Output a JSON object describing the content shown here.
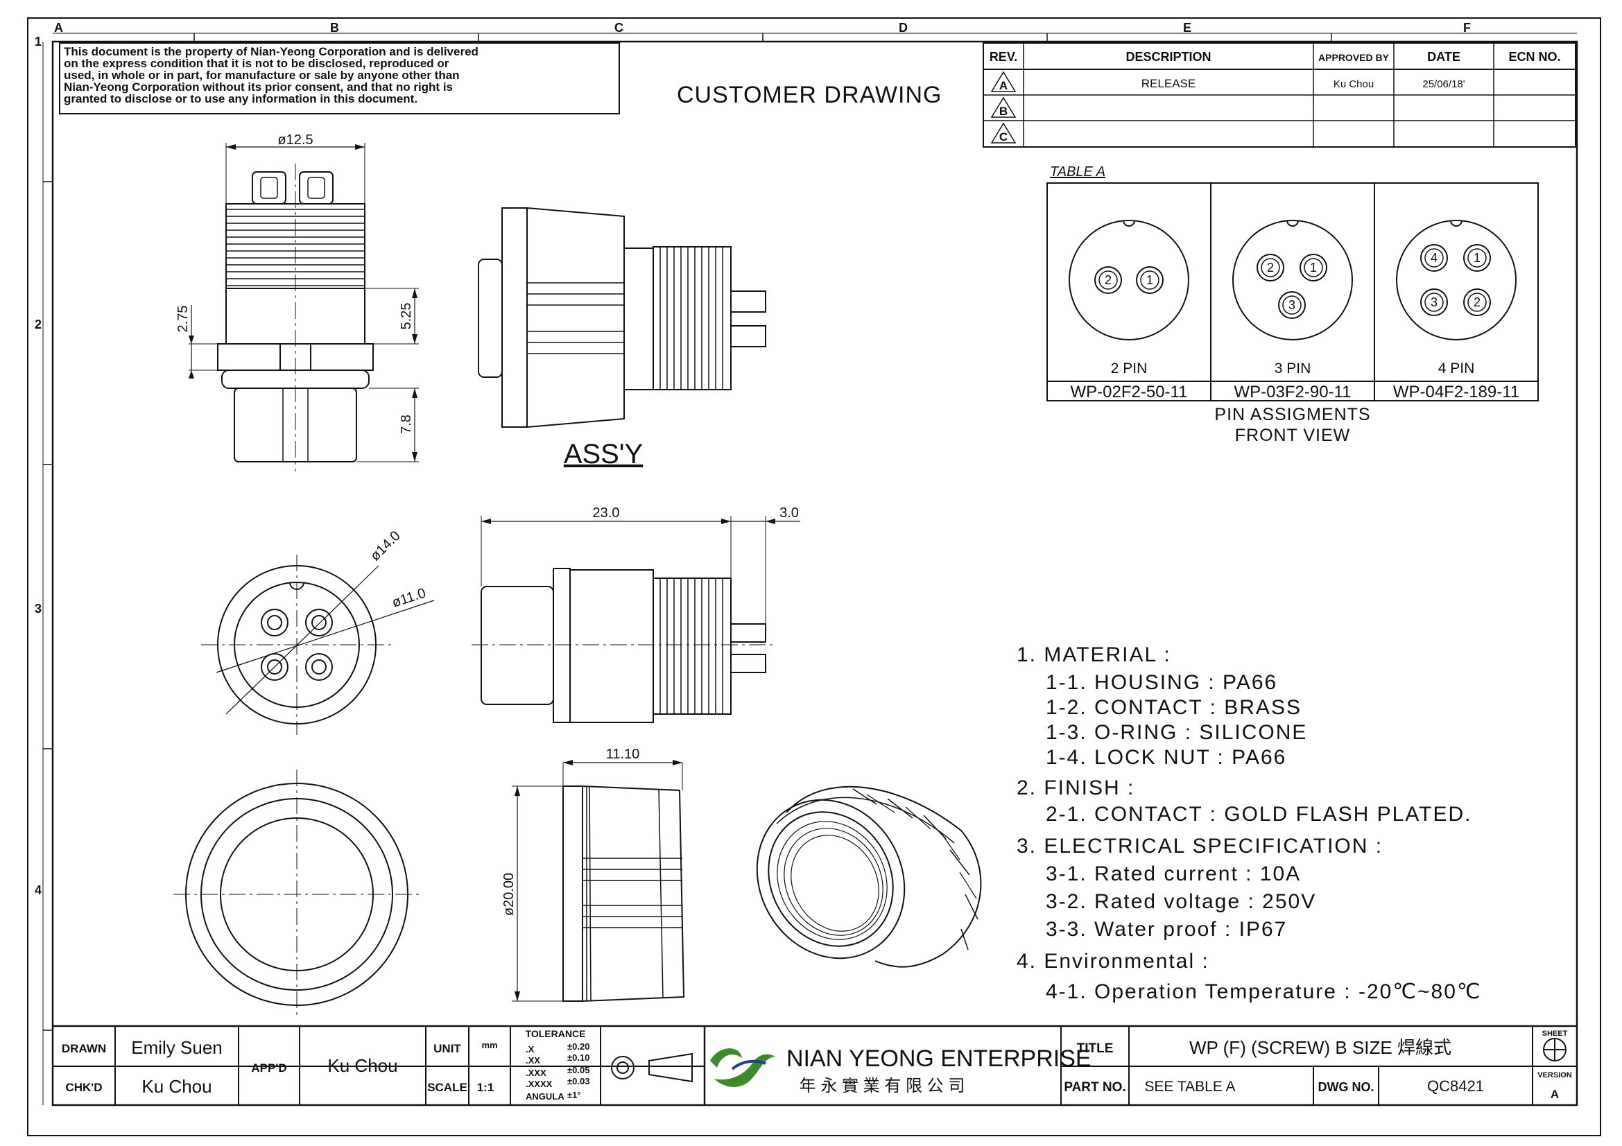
{
  "notice": [
    "This document is the property of Nian-Yeong Corporation and is delivered",
    "on  the  express condition that it is not to be disclosed, reproduced or",
    "used, in whole or in part, for manufacture or sale by anyone other than",
    "Nian-Yeong Corporation without  its prior consent, and that  no right  is",
    "granted to disclose or to use any information in this  document."
  ],
  "drawing_title": "CUSTOMER  DRAWING",
  "grid": {
    "columns": [
      "A",
      "B",
      "C",
      "D",
      "E",
      "F"
    ],
    "rows": [
      "1",
      "2",
      "3",
      "4"
    ]
  },
  "revision_table": {
    "headers": [
      "REV.",
      "DESCRIPTION",
      "APPROVED BY",
      "DATE",
      "ECN NO."
    ],
    "rows": [
      {
        "rev": "A",
        "description": "RELEASE",
        "approved_by": "Ku Chou",
        "date": "25/06/18'",
        "ecn": ""
      },
      {
        "rev": "B",
        "description": "",
        "approved_by": "",
        "date": "",
        "ecn": ""
      },
      {
        "rev": "C",
        "description": "",
        "approved_by": "",
        "date": "",
        "ecn": ""
      }
    ]
  },
  "table_a": {
    "label": "TABLE A",
    "columns": [
      {
        "pins": "2  PIN",
        "part": "WP-02F2-50-11",
        "numbers": [
          "2",
          "1"
        ]
      },
      {
        "pins": "3  PIN",
        "part": "WP-03F2-90-11",
        "numbers": [
          "2",
          "1",
          "3"
        ]
      },
      {
        "pins": "4  PIN",
        "part": "WP-04F2-189-11",
        "numbers": [
          "4",
          "1",
          "3",
          "2"
        ]
      }
    ],
    "caption_line1": "PIN  ASSIGMENTS",
    "caption_line2": "FRONT  VIEW"
  },
  "dimensions": {
    "dia_12_5": "ø12.5",
    "d_2_75": "2.75",
    "d_5_25": "5.25",
    "d_7_8": "7.8",
    "d_23_0": "23.0",
    "d_3_0": "3.0",
    "dia_14_0": "ø14.0",
    "dia_11_0": "ø11.0",
    "d_11_10": "11.10",
    "dia_20_00": "ø20.00"
  },
  "assy_label": "ASS'Y",
  "notes": [
    "1.  MATERIAL  :",
    "1-1.  HOUSING  :  PA66",
    "1-2.  CONTACT  :  BRASS",
    "1-3.  O-RING  :  SILICONE",
    "1-4.  LOCK  NUT  :  PA66",
    "2.  FINISH  :",
    "2-1.  CONTACT  :  GOLD  FLASH  PLATED.",
    "3.  ELECTRICAL  SPECIFICATION  :",
    "3-1.  Rated  current  :  10A",
    "3-2.  Rated  voltage  :  250V",
    "3-3.  Water  proof  :  IP67",
    "4.  Environmental  :",
    "4-1.  Operation  Temperature  :  -20℃~80℃"
  ],
  "title_block": {
    "drawn_label": "DRAWN",
    "drawn_value": "Emily Suen",
    "chkd_label": "CHK'D",
    "chkd_value": "Ku Chou",
    "appd_label": "APP'D",
    "appd_value": "Ku Chou",
    "unit_label": "UNIT",
    "unit_value": "mm",
    "scale_label": "SCALE",
    "scale_value": "1:1",
    "tolerance_label": "TOLERANCE",
    "tolerances": [
      {
        "k": ".X",
        "v": "±0.20"
      },
      {
        "k": ".XX",
        "v": "±0.10"
      },
      {
        "k": ".XXX",
        "v": "±0.05"
      },
      {
        "k": ".XXXX",
        "v": "±0.03"
      },
      {
        "k": "ANGULA",
        "v": "±1°"
      }
    ],
    "company_name": "NIAN YEONG ENTERPRISE",
    "company_chinese": "年 永 實 業 有 限 公 司",
    "title_label": "TITLE",
    "title_value": "WP  (F)  (SCREW)  B  SIZE  焊線式",
    "part_label": "PART NO.",
    "part_value": "SEE TABLE A",
    "dwg_label": "DWG NO.",
    "dwg_value": "QC8421",
    "sheet_label": "SHEET",
    "version_label": "VERSION",
    "version_value": "A"
  },
  "colors": {
    "logo_green": "#3d8a2a",
    "logo_blue": "#1f3f8f"
  }
}
